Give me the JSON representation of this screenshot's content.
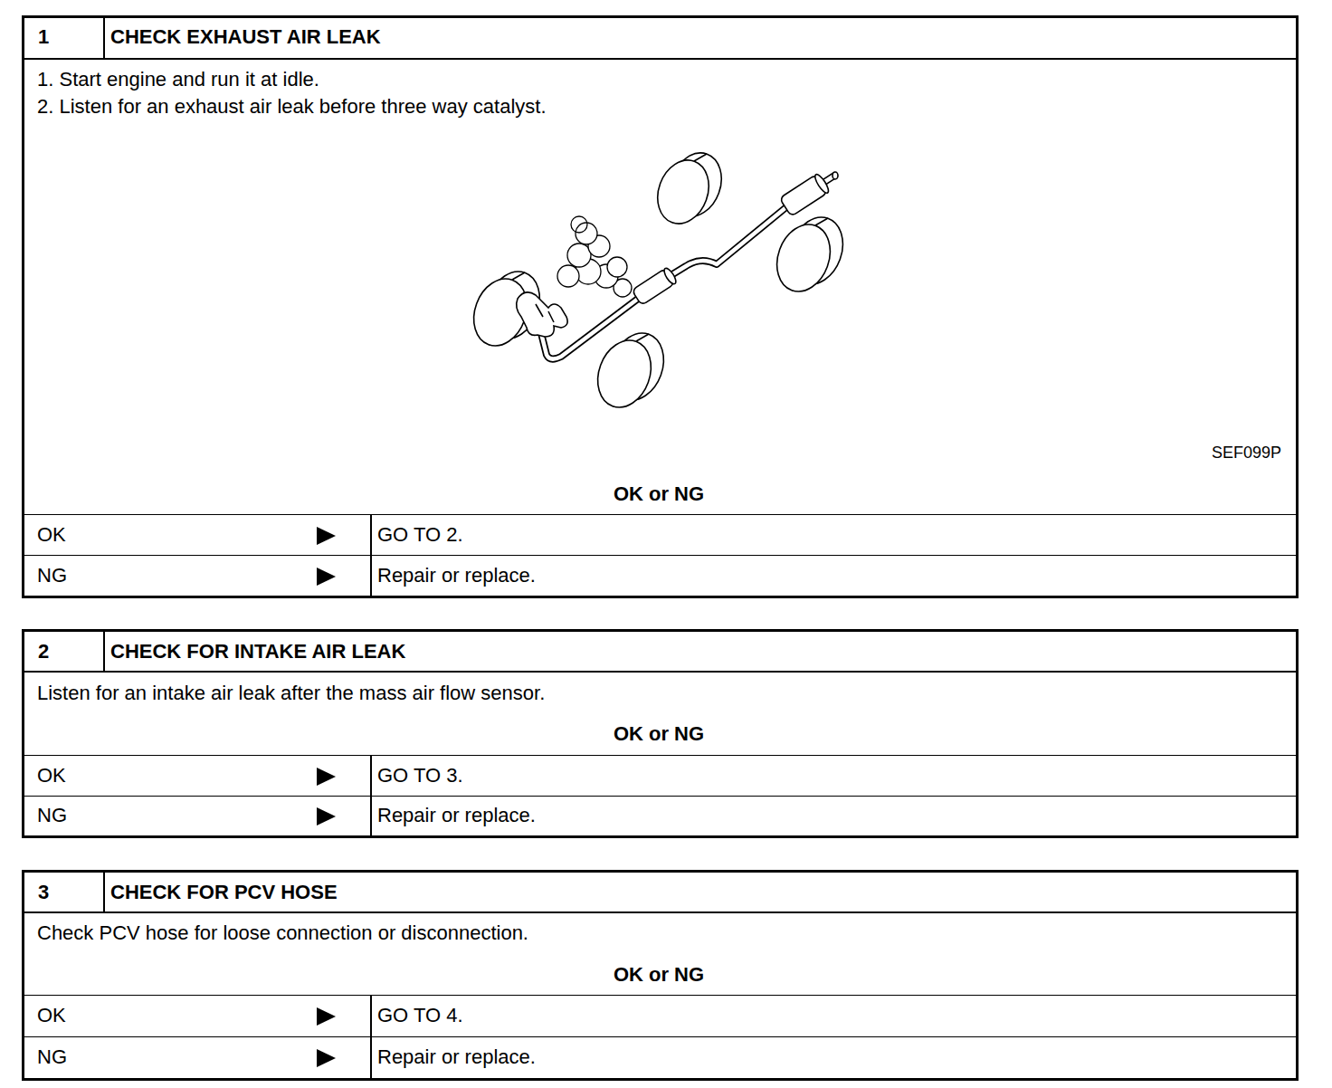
{
  "diagram": {
    "nodes": [
      {
        "text": [
          "1",
          "CHECK EXHAUST AIR LEAK",
          "1. Start engine and run it at idle.",
          "2. Listen for an exhaust air leak before three way catalyst.",
          "SEF099P",
          "OK or NG"
        ]
      },
      {
        "text": [
          "OK",
          "GO TO 2."
        ],
        "in": 0
      },
      {
        "text": [
          "NG",
          "Repair or replace."
        ],
        "in": 0
      },
      {
        "text": [
          "2",
          "CHECK FOR INTAKE AIR LEAK",
          "Listen for an intake air leak after the mass air flow sensor.",
          "OK or NG"
        ]
      },
      {
        "text": [
          "OK",
          "GO TO 3."
        ],
        "in": 3
      },
      {
        "text": [
          "NG",
          "Repair or replace."
        ],
        "in": 3
      },
      {
        "text": [
          "3",
          "CHECK FOR PCV HOSE",
          "Check PCV hose for loose connection or disconnection.",
          "OK or NG"
        ]
      },
      {
        "text": [
          "OK",
          "GO TO 4."
        ],
        "in": 6
      },
      {
        "text": [
          "NG",
          "Repair or replace."
        ],
        "in": 6
      }
    ]
  }
}
